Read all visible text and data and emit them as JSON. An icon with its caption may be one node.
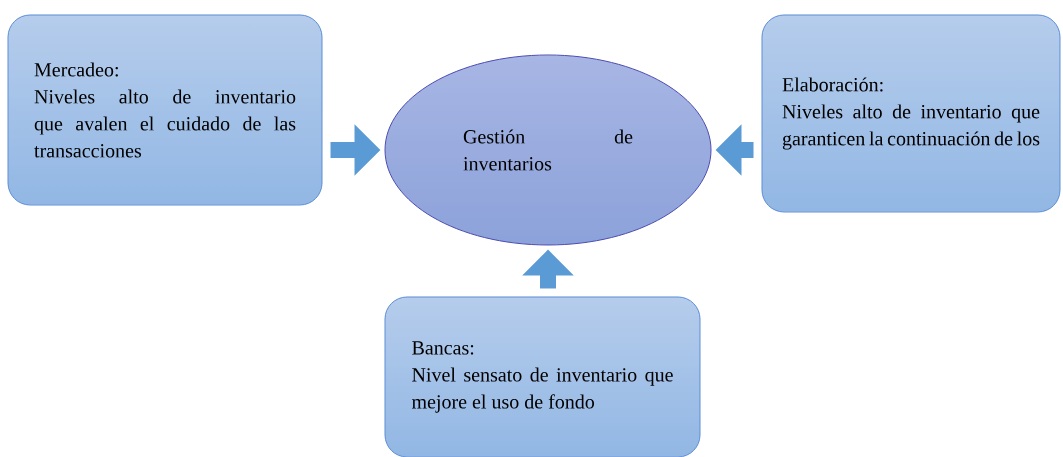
{
  "diagram": {
    "nodes": [
      {
        "text": [
          "Mercadeo:",
          "Niveles alto de inventario que avalen el cuidado de las transacciones"
        ]
      },
      {
        "text": [
          "Gestión de inventarios"
        ]
      },
      {
        "text": [
          "Elaboración:",
          "Niveles alto de inventario que garanticen la continuación de los"
        ]
      },
      {
        "text": [
          "Bancas:",
          "Nivel sensato de inventario que mejore el uso de fondo"
        ]
      }
    ],
    "edges": [
      {
        "from": 0,
        "to": 1,
        "arrow": "to"
      },
      {
        "from": 2,
        "to": 1,
        "arrow": "to"
      },
      {
        "from": 3,
        "to": 1,
        "arrow": "to"
      }
    ]
  }
}
